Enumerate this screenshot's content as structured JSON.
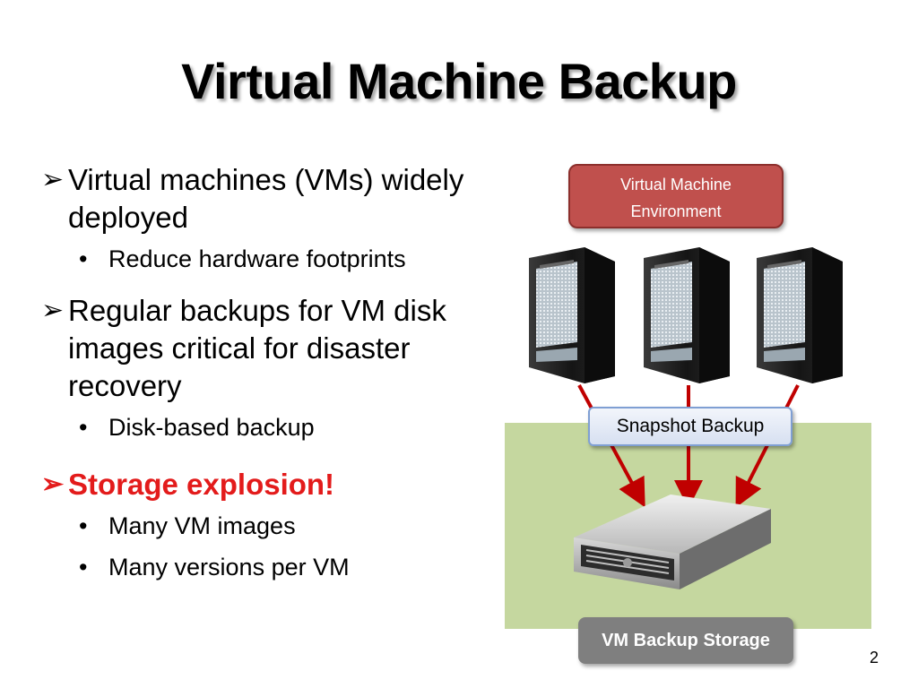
{
  "slide": {
    "title": "Virtual Machine Backup",
    "page_number": "2"
  },
  "bullets": [
    {
      "text": "Virtual machines (VMs) widely deployed",
      "sub": [
        "Reduce hardware footprints"
      ]
    },
    {
      "text": "Regular backups for VM disk images critical for disaster recovery",
      "sub": [
        "Disk-based backup"
      ]
    },
    {
      "text": "Storage explosion!",
      "sub": [
        "Many VM images",
        "Many versions per VM"
      ],
      "highlight": true
    }
  ],
  "diagram": {
    "env_label_line1": "Virtual Machine",
    "env_label_line2": "Environment",
    "snapshot_label": "Snapshot Backup",
    "storage_label": "VM Backup Storage",
    "server_icon": "tower-server-icon",
    "storage_icon": "rack-server-icon"
  },
  "colors": {
    "highlight": "#e31b1b",
    "env_box": "#c0504d",
    "storage_bg": "#c5d79f",
    "arrow": "#c00000",
    "storage_box": "#7f7f7f",
    "snapshot_border": "#7f9fd3"
  }
}
